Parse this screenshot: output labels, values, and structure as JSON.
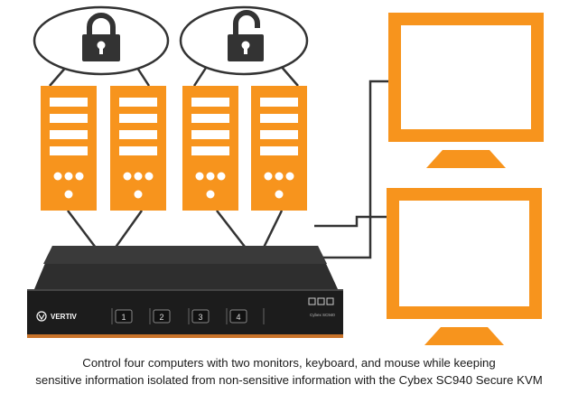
{
  "colors": {
    "accent": "#F7941D",
    "lock": "#333333",
    "device_body": "#1c1c1c",
    "device_top": "#2e2e2e",
    "device_accent_strip": "#c8732a"
  },
  "locks": [
    {
      "state": "locked",
      "icon": "padlock-closed-icon"
    },
    {
      "state": "unlocked",
      "icon": "padlock-open-icon"
    }
  ],
  "computers": [
    "computer-1",
    "computer-2",
    "computer-3",
    "computer-4"
  ],
  "monitors": [
    "monitor-1",
    "monitor-2"
  ],
  "kvm": {
    "brand": "VERTIV",
    "model": "Cybex SC940",
    "ports": [
      "1",
      "2",
      "3",
      "4"
    ]
  },
  "caption": {
    "line1": "Control four computers with two monitors, keyboard, and mouse while keeping",
    "line2": "sensitive information isolated from non-sensitive information with the Cybex SC940 Secure KVM"
  }
}
